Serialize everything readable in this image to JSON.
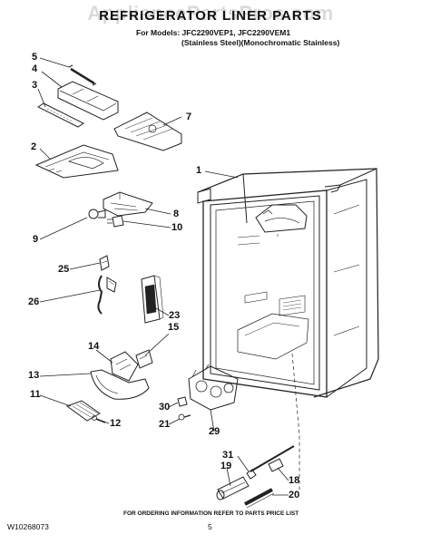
{
  "watermark": "AppliancePartsPros.com",
  "title": "REFRIGERATOR LINER PARTS",
  "models_line1": "For Models: JFC2290VEP1, JFC2290VEM1",
  "models_line2": "(Stainless Steel)(Monochromatic Stainless)",
  "callouts": [
    "1",
    "2",
    "3",
    "4",
    "5",
    "7",
    "8",
    "9",
    "10",
    "11",
    "12",
    "13",
    "14",
    "15",
    "18",
    "19",
    "20",
    "21",
    "23",
    "25",
    "26",
    "29",
    "30",
    "31"
  ],
  "footer": {
    "ordering_note": "FOR ORDERING INFORMATION REFER TO PARTS PRICE LIST",
    "doc_number": "W10268073",
    "page_number": "5"
  }
}
